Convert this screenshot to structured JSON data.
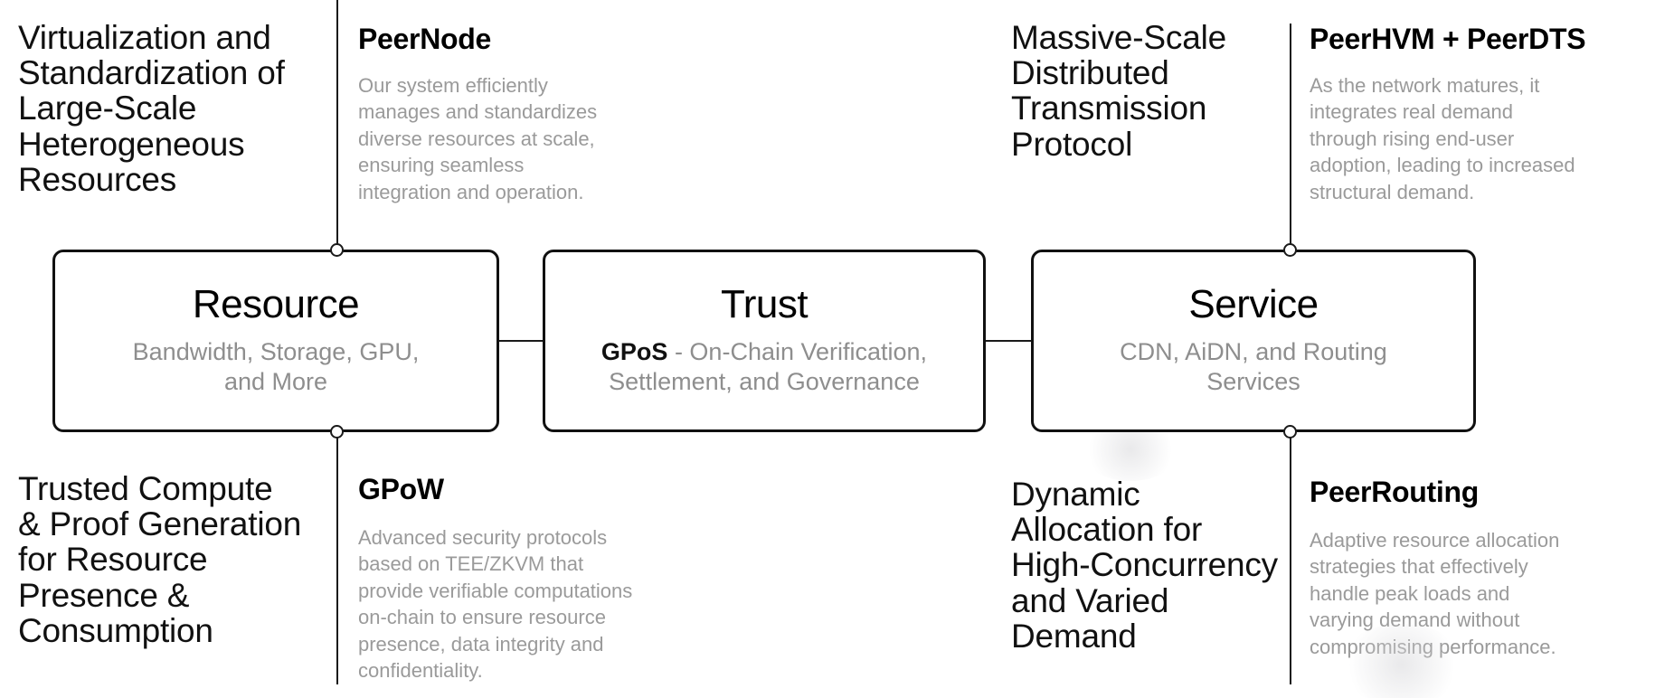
{
  "diagram": {
    "title_accent": "#111111",
    "muted_color": "#9a9a9a",
    "annotations": {
      "top_left": {
        "title": "Virtualization and\nStandardization of\nLarge-Scale\nHeterogeneous\nResources",
        "heading": "PeerNode",
        "body": "Our system efficiently\nmanages and standardizes\ndiverse resources at scale,\nensuring seamless\nintegration and operation."
      },
      "top_right": {
        "title": "Massive-Scale\nDistributed\nTransmission\nProtocol",
        "heading": "PeerHVM + PeerDTS",
        "body": "As the network matures, it\nintegrates real demand\nthrough rising end-user\nadoption, leading to increased\nstructural demand."
      },
      "bottom_left": {
        "title": "Trusted Compute\n& Proof Generation\nfor Resource\nPresence &\nConsumption",
        "heading": "GPoW",
        "body": "Advanced security protocols\nbased on TEE/ZKVM that\nprovide verifiable computations\non-chain to ensure resource\npresence, data integrity and\nconfidentiality."
      },
      "bottom_right": {
        "title": "Dynamic\nAllocation for\nHigh-Concurrency\nand Varied\nDemand",
        "heading": "PeerRouting",
        "body": "Adaptive resource allocation\nstrategies that effectively\nhandle peak loads and\nvarying demand without\ncompromising performance."
      }
    },
    "boxes": {
      "resource": {
        "title": "Resource",
        "subtitle": "Bandwidth, Storage, GPU,\nand More"
      },
      "trust": {
        "title": "Trust",
        "subtitle_bold": "GPoS",
        "subtitle_rest": " - On-Chain Verification,\nSettlement, and Governance"
      },
      "service": {
        "title": "Service",
        "subtitle": "CDN, AiDN, and Routing\nServices"
      }
    }
  }
}
